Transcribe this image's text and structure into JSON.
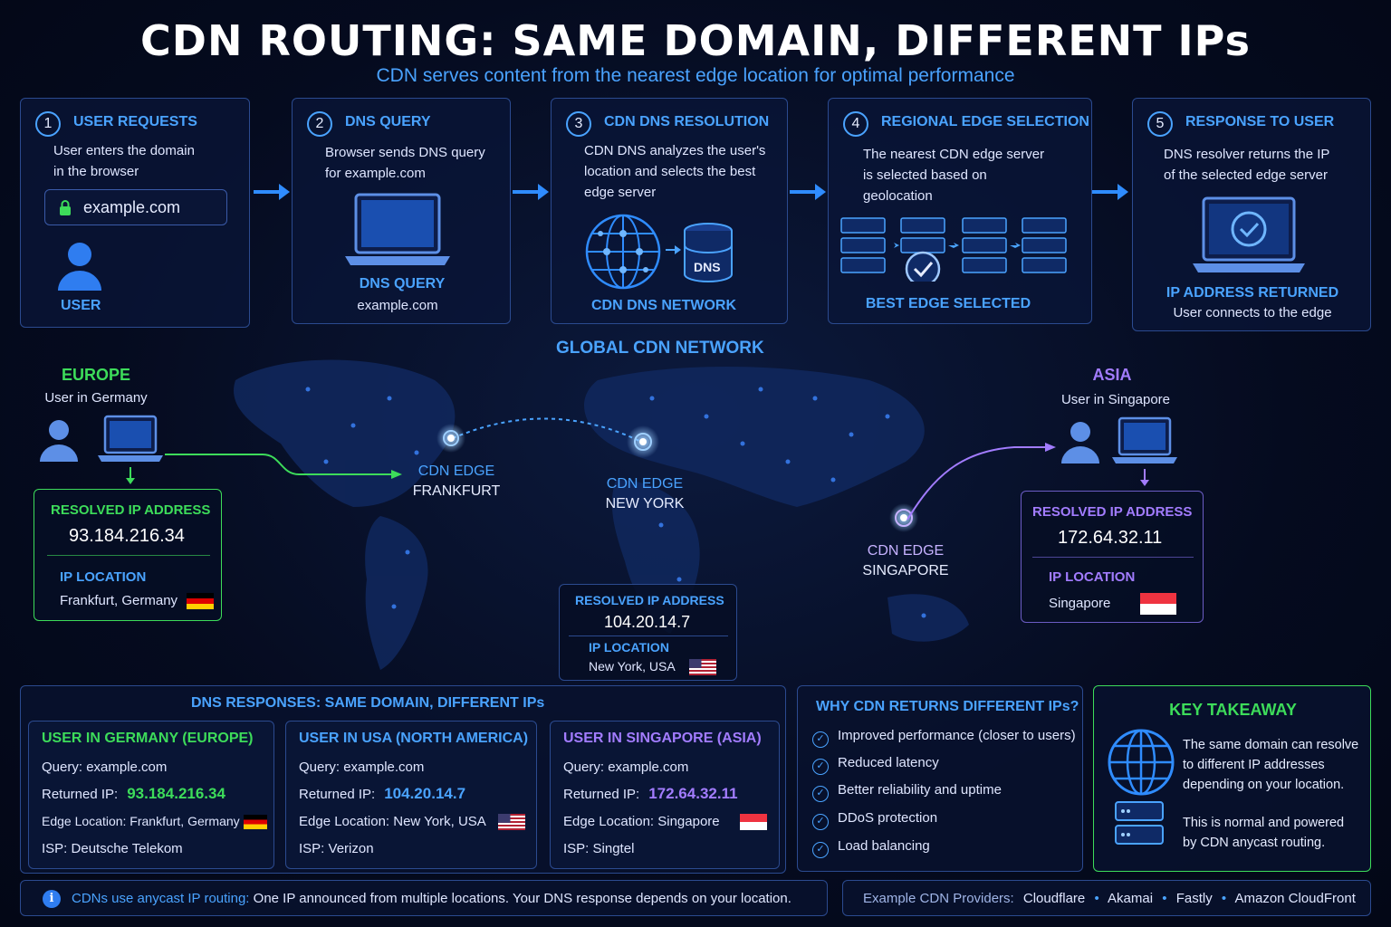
{
  "title": "CDN ROUTING: SAME DOMAIN, DIFFERENT IPs",
  "subtitle": "CDN serves content from the nearest edge location for optimal performance",
  "steps": [
    {
      "num": "1",
      "title": "USER REQUESTS",
      "desc1": "User enters the domain",
      "desc2": "in the browser",
      "input": "example.com",
      "caption": "USER",
      "sub": ""
    },
    {
      "num": "2",
      "title": "DNS QUERY",
      "desc1": "Browser sends DNS query",
      "desc2": "for example.com",
      "caption": "DNS QUERY",
      "sub": "example.com"
    },
    {
      "num": "3",
      "title": "CDN DNS RESOLUTION",
      "desc1": "CDN DNS analyzes the user's",
      "desc2": "location and selects the best",
      "desc3": "edge server",
      "icon_text": "DNS",
      "caption": "CDN DNS NETWORK"
    },
    {
      "num": "4",
      "title": "REGIONAL EDGE SELECTION",
      "desc1": "The nearest CDN edge server",
      "desc2": "is selected based on",
      "desc3": "geolocation",
      "caption": "BEST EDGE SELECTED"
    },
    {
      "num": "5",
      "title": "RESPONSE TO USER",
      "desc1": "DNS resolver returns the IP",
      "desc2": "of the selected edge server",
      "caption": "IP ADDRESS RETURNED",
      "sub": "User connects to the edge"
    }
  ],
  "map": {
    "title": "GLOBAL CDN NETWORK",
    "europe": {
      "title": "EUROPE",
      "sub": "User in Germany",
      "ip_label": "RESOLVED IP ADDRESS",
      "ip": "93.184.216.34",
      "loc_label": "IP LOCATION",
      "loc": "Frankfurt, Germany"
    },
    "asia": {
      "title": "ASIA",
      "sub": "User in Singapore",
      "ip_label": "RESOLVED IP ADDRESS",
      "ip": "172.64.32.11",
      "loc_label": "IP LOCATION",
      "loc": "Singapore"
    },
    "usa": {
      "ip_label": "RESOLVED IP ADDRESS",
      "ip": "104.20.14.7",
      "loc_label": "IP LOCATION",
      "loc": "New York, USA"
    },
    "edges": [
      {
        "l1": "CDN EDGE",
        "l2": "FRANKFURT"
      },
      {
        "l1": "CDN EDGE",
        "l2": "NEW YORK"
      },
      {
        "l1": "CDN EDGE",
        "l2": "SINGAPORE"
      }
    ],
    "colors": {
      "europe": "#3ddc5a",
      "asia": "#a27cff",
      "usa": "#4aa3ff"
    }
  },
  "responses": {
    "title": "DNS RESPONSES: SAME DOMAIN, DIFFERENT IPs",
    "cards": [
      {
        "title": "USER IN GERMANY (EUROPE)",
        "query_label": "Query:",
        "query": "example.com",
        "ip_label": "Returned IP:",
        "ip": "93.184.216.34",
        "edge_label": "Edge Location:",
        "edge": "Frankfurt, Germany",
        "isp_label": "ISP:",
        "isp": "Deutsche Telekom"
      },
      {
        "title": "USER IN USA (NORTH AMERICA)",
        "query_label": "Query:",
        "query": "example.com",
        "ip_label": "Returned IP:",
        "ip": "104.20.14.7",
        "edge_label": "Edge Location:",
        "edge": "New York, USA",
        "isp_label": "ISP:",
        "isp": "Verizon"
      },
      {
        "title": "USER IN SINGAPORE (ASIA)",
        "query_label": "Query:",
        "query": "example.com",
        "ip_label": "Returned IP:",
        "ip": "172.64.32.11",
        "edge_label": "Edge Location:",
        "edge": "Singapore",
        "isp_label": "ISP:",
        "isp": "Singtel"
      }
    ]
  },
  "why": {
    "title": "WHY CDN RETURNS DIFFERENT IPs?",
    "items": [
      "Improved performance (closer to users)",
      "Reduced latency",
      "Better reliability and uptime",
      "DDoS protection",
      "Load balancing"
    ]
  },
  "takeaway": {
    "title": "KEY TAKEAWAY",
    "p1a": "The same domain can resolve",
    "p1b": "to different IP addresses",
    "p1c": "depending on your location.",
    "p2a": "This is normal and powered",
    "p2b": "by CDN anycast routing."
  },
  "footer": {
    "note_lead": "CDNs use anycast IP routing:",
    "note_rest": "One IP announced from multiple locations. Your DNS response depends on your location.",
    "providers_label": "Example CDN Providers:",
    "providers": [
      "Cloudflare",
      "Akamai",
      "Fastly",
      "Amazon CloudFront"
    ],
    "sep": "•"
  }
}
